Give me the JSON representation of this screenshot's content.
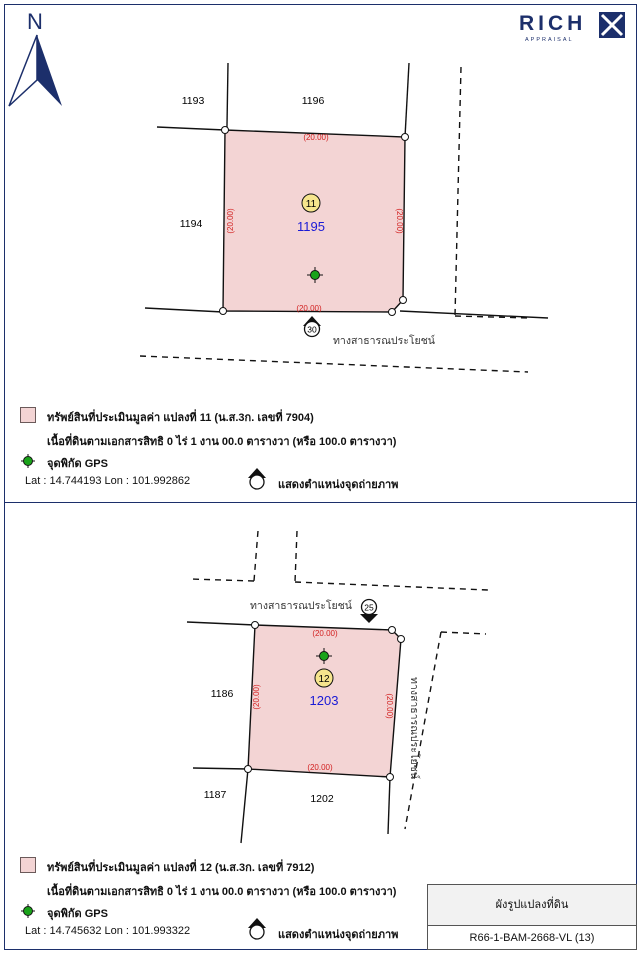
{
  "north_label": "N",
  "logo": {
    "text": "RICH",
    "subtext": "APPRAISAL"
  },
  "map1": {
    "parcel_no": "1195",
    "parcel_seq": "11",
    "photo_no": "30",
    "neighbors": [
      "1193",
      "1196",
      "1194"
    ],
    "dims": {
      "top": "(20.00)",
      "bottom": "(20.00)",
      "left": "(20.00)",
      "right": "(20.00)"
    },
    "road_label": "ทางสาธารณประโยชน์"
  },
  "legend1": {
    "property": "ทรัพย์สินที่ประเมินมูลค่า แปลงที่ 11 (น.ส.3ก. เลขที่ 7904)",
    "area": "เนื้อที่ดินตามเอกสารสิทธิ 0 ไร่ 1 งาน 00.0 ตารางวา (หรือ 100.0 ตารางวา)",
    "gps": "จุดพิกัด GPS",
    "coords": "Lat : 14.744193  Lon : 101.992862",
    "photo": "แสดงตำแหน่งจุดถ่ายภาพ"
  },
  "map2": {
    "parcel_no": "1203",
    "parcel_seq": "12",
    "photo_no": "25",
    "neighbors": [
      "1186",
      "1187",
      "1202"
    ],
    "dims": {
      "top": "(20.00)",
      "bottom": "(20.00)",
      "left": "(20.00)",
      "right": "(20.00)"
    },
    "road_label_top": "ทางสาธารณประโยชน์",
    "road_label_side": "ทางสาธารณประโยชน์"
  },
  "legend2": {
    "property": "ทรัพย์สินที่ประเมินมูลค่า แปลงที่ 12 (น.ส.3ก. เลขที่ 7912)",
    "area": "เนื้อที่ดินตามเอกสารสิทธิ 0 ไร่ 1 งาน 00.0 ตารางวา (หรือ 100.0 ตารางวา)",
    "gps": "จุดพิกัด GPS",
    "coords": "Lat : 14.745632  Lon : 101.993322",
    "photo": "แสดงตำแหน่งจุดถ่ายภาพ"
  },
  "infobox": {
    "title": "ผังรูปแปลงที่ดิน",
    "code": "R66-1-BAM-2668-VL (13)"
  },
  "colors": {
    "parcel_fill": "#f3d4d4",
    "parcel_no": "#1a1ad6",
    "dim_text": "#d21f1f",
    "gps": "#1aa31a",
    "seq_fill": "#f6e58d",
    "frame": "#1c2f6b"
  },
  "icons": [
    "north-arrow-icon",
    "gps-point-icon",
    "camera-position-icon"
  ]
}
